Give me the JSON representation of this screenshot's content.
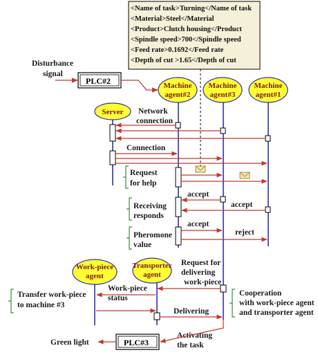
{
  "colors": {
    "arrow": "#c0392b",
    "lifeline": "#2f2fb0",
    "agent_fill": "#ffff33",
    "note_fill": "#f5f0d8",
    "bracket": "#3a8a3a"
  },
  "note": {
    "lines": [
      "<Name of task>Turning</Name of task",
      "<Material>Steel</Material",
      "<Product>Clutch housing</Product",
      "<Spindle speed>700</Spindle speed",
      "<Feed rate>0.1692</Feed  rate",
      "<Depth of cut >1.65</Depth of cut"
    ]
  },
  "agents": {
    "machine2": [
      "Machine",
      "agent#2"
    ],
    "machine3": [
      "Machine",
      "agent#3"
    ],
    "machine1": [
      "Machine",
      "agent#1"
    ],
    "server": "Server",
    "workpiece": [
      "Work-piece",
      "agent"
    ],
    "transporter": [
      "Transporter",
      "agent"
    ]
  },
  "plc": {
    "plc2": "PLC#2",
    "plc3": "PLC#3"
  },
  "labels": {
    "disturbance": [
      "Disturbance",
      "signal"
    ],
    "network": [
      "Network",
      "connection"
    ],
    "connection": "Connection",
    "request_help": [
      "Request",
      "for help"
    ],
    "accept1": "accept",
    "accept2": "accept",
    "accept3": "accept",
    "reject": "reject",
    "receiving": [
      "Receiving",
      "responds"
    ],
    "pheromone": [
      "Pheromone",
      "value"
    ],
    "request_deliver": [
      "Request for",
      "delivering",
      "work-piece"
    ],
    "wp_status": [
      "Work-piece",
      "status"
    ],
    "transfer": [
      "Transfer work-piece",
      "to machine #3"
    ],
    "delivering": "Delivering",
    "cooperation": [
      "Cooperation",
      "with work-piece agent",
      "and transporter agent"
    ],
    "activating": [
      "Activating",
      "the task"
    ],
    "green_light": "Green light"
  }
}
